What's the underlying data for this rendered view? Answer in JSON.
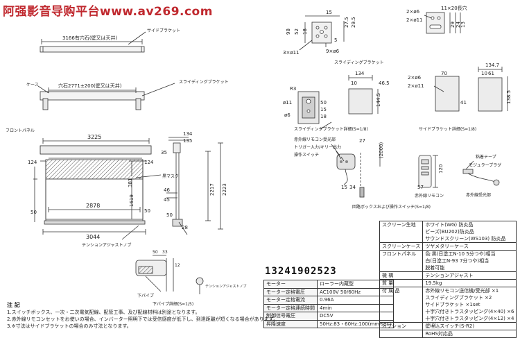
{
  "watermark": "阿强影音导购平台www.av269.com",
  "phone": "13241902523",
  "top_view": {
    "mount_dim": "3166有穴石(壁又は天井)",
    "side_bracket": "サイドブラケット",
    "case_label": "ケース",
    "slide_bracket": "スライディングブラケット",
    "hole_dim": "穴石2771±200(壁又は天井)"
  },
  "front_view": {
    "front_panel": "フロントパネル",
    "width_total": "3225",
    "left_top": "124",
    "right_top": "124",
    "black_mask": "黒マスク",
    "d381": "381",
    "d1619": "1619",
    "d50_left": "50",
    "d2878": "2878",
    "d50_right": "50",
    "d3044": "3044",
    "tension_label": "テンションアジャストノブ",
    "d134": "134",
    "d135": "135",
    "d35": "35",
    "d46": "46",
    "d45": "45",
    "d28": "28",
    "d50_side": "50",
    "d2217": "2217",
    "d2223": "2223"
  },
  "bracket_top": {
    "d15": "15",
    "d98": "98",
    "d52": "52",
    "d18": "18",
    "d27_5": "27.5",
    "d29_5": "29.5",
    "d5": "5",
    "hole_left": "3×ø11",
    "hole_right": "9×ø6",
    "side_holes_a": "2×ø6",
    "side_holes_b": "2×ø11",
    "slot": "11×20長穴",
    "d29": "29",
    "d24": "24",
    "d13": "13"
  },
  "slide_detail": {
    "label_top": "スライディングブラケット",
    "d134": "134",
    "d10": "10",
    "d46_5": "46.5",
    "r3": "R3",
    "d144_5": "144.5",
    "d11": "ø11",
    "d6": "ø6",
    "d50": "50",
    "d15": "15",
    "d18": "18",
    "caption": "スライディングブラケット詳細(S=1/8)"
  },
  "side_detail": {
    "hole_a": "2×ø6",
    "hole_b": "2×ø11",
    "d70": "70",
    "d134_7": "134.7",
    "d10": "10",
    "d61": "61",
    "d138_5": "138.5",
    "d41": "41",
    "caption": "サイドブラケット詳細(S=1/8)"
  },
  "switch_box": {
    "ir_label": "赤外線リモコン受光部",
    "trigger_label": "トリガー入力/キリー出力",
    "op_switch": "操作スイッチ",
    "d27": "27",
    "d2000": "(2000)",
    "d15": "15",
    "d34": "34",
    "d57": "57",
    "remote_label": "赤外線リモコン",
    "d120": "120",
    "tape_label": "粘着テープ",
    "plug_label": "モジュラープラグ",
    "receiver_label": "赤外線受光部",
    "caption": "回路ボックスおよび操作スイッチ(S=1/8)"
  },
  "bottom_detail": {
    "d50": "50",
    "d33": "33",
    "d12": "12",
    "pipe_label": "下パイプ",
    "tension_label": "テンションアジャストノブ",
    "caption": "下パイプ詳細(S=1/5)"
  },
  "spec_table": [
    {
      "k": "モーター",
      "v": "ローラー内蔵型"
    },
    {
      "k": "モーター定格電圧",
      "v": "AC100V 50/60Hz"
    },
    {
      "k": "モーター定格電流",
      "v": "0.96A"
    },
    {
      "k": "モーター定格連続時間",
      "v": "4min"
    },
    {
      "k": "制御信号電圧",
      "v": "DC5V"
    },
    {
      "k": "昇降速度",
      "v": "50Hz:83・60Hz:100(mm/sec)"
    }
  ],
  "spec_right": [
    {
      "k": "スクリーン生地",
      "v": [
        "ホワイト(WG) 防炎品",
        "ビーズ(BU202)防炎品",
        "サウンドスクリーン(WS103) 防炎品"
      ]
    },
    {
      "k": "スクリーンケース",
      "v": [
        "ツヤメタリーケース"
      ]
    },
    {
      "k": "フロントパネル",
      "v": [
        "色:黒(日塗工N-10 5分つや)相当",
        "白(日塗工N-93 7分つや)相当",
        "脱着可能"
      ]
    },
    {
      "k": "機 構",
      "v": [
        "テンションアジャスト"
      ]
    },
    {
      "k": "質 量",
      "v": [
        "19.5kg"
      ]
    },
    {
      "k": "付 属 品",
      "v": [
        "赤外線リモコン送信機/受光部 ×1",
        "スライディングブラケット ×2",
        "サイドブラケット ×1set",
        "十字穴付きトラスタッピング(4×40) ×6",
        "十字穴付きトラスタッピング(4×12) ×4"
      ]
    },
    {
      "k": "オプション",
      "v": [
        "壁埋込スイッチ(S-R2)"
      ]
    },
    {
      "k": "",
      "v": [
        "RoHS対応品"
      ]
    }
  ],
  "notes": {
    "title": "注 記",
    "lines": [
      "1.スイッチボックス、一次・二次電気配線、配管工事、及び配線材料は別途となります。",
      "2.赤外線リモコンセットをお使いの場合、インバーター照明下では受信感度が低下し、到達距離が短くなる場合があります。",
      "3.※寸法はサイドブラケットの場合のみ寸法となります。"
    ]
  }
}
